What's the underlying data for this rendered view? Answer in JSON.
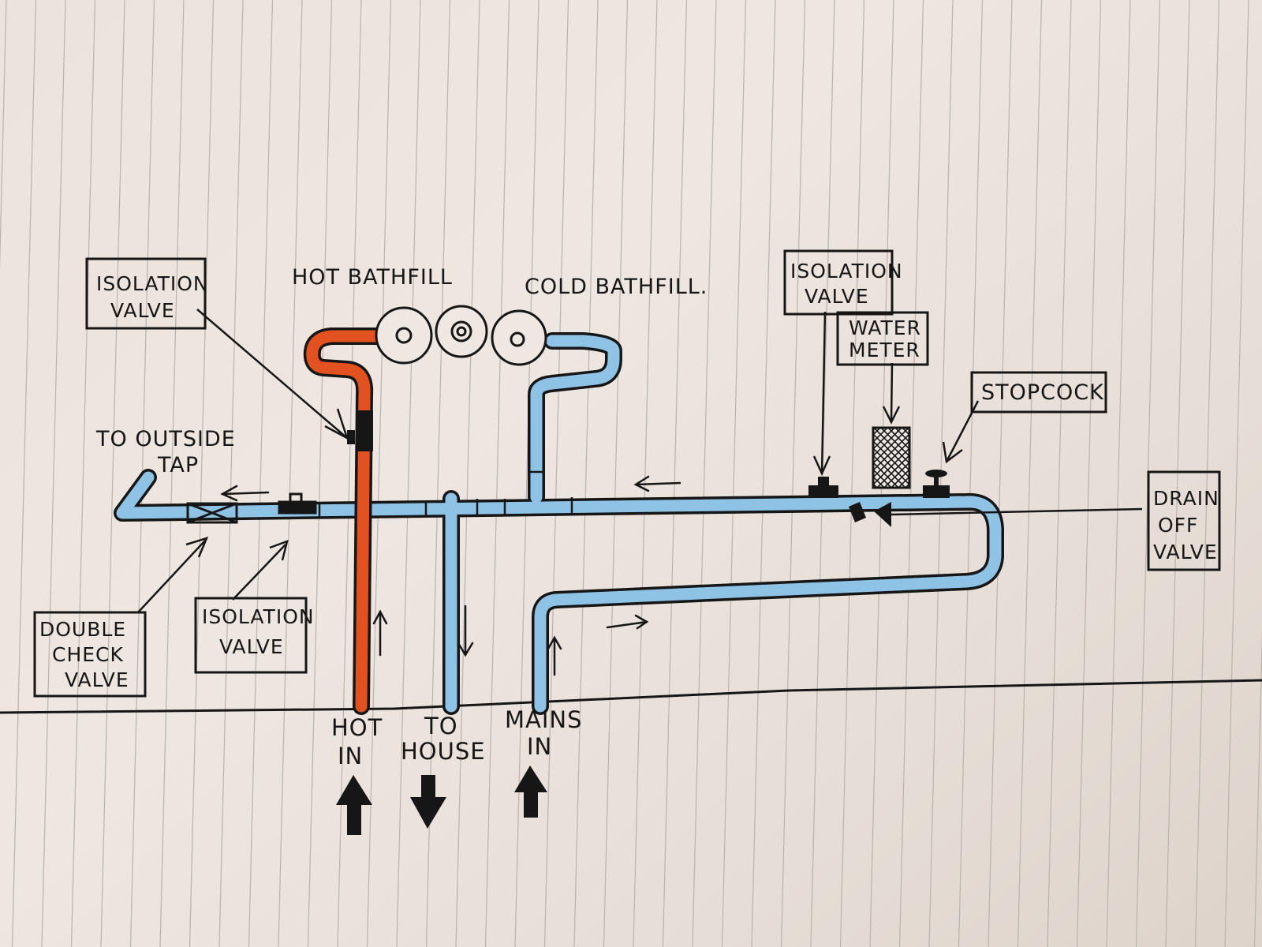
{
  "colors": {
    "paper": "#ece3dc",
    "ruled_line": "#b9b3ad",
    "ink": "#161616",
    "cold_pipe": "#8ec3e6",
    "hot_pipe": "#e2521f"
  },
  "labels": {
    "isolation_valve_left_line1": "ISOLATION",
    "isolation_valve_left_line2": "VALVE",
    "hot_bathfill": "HOT BATHFILL",
    "cold_bathfill": "COLD BATHFILL.",
    "isolation_valve_right_line1": "ISOLATION",
    "isolation_valve_right_line2": "VALVE",
    "water_meter_line1": "WATER",
    "water_meter_line2": "METER",
    "stopcock": "STOPCOCK",
    "to_outside_tap_line1": "TO OUTSIDE",
    "to_outside_tap_line2": "TAP",
    "drain_off_valve_line1": "DRAIN",
    "drain_off_valve_line2": "OFF",
    "drain_off_valve_line3": "VALVE",
    "double_check_valve_line1": "DOUBLE",
    "double_check_valve_line2": "CHECK",
    "double_check_valve_line3": "VALVE",
    "isolation_valve_bottom_line1": "ISOLATION",
    "isolation_valve_bottom_line2": "VALVE",
    "hot_in_line1": "HOT",
    "hot_in_line2": "IN",
    "to_house_line1": "TO",
    "to_house_line2": "HOUSE",
    "mains_in_line1": "MAINS",
    "mains_in_line2": "IN"
  }
}
